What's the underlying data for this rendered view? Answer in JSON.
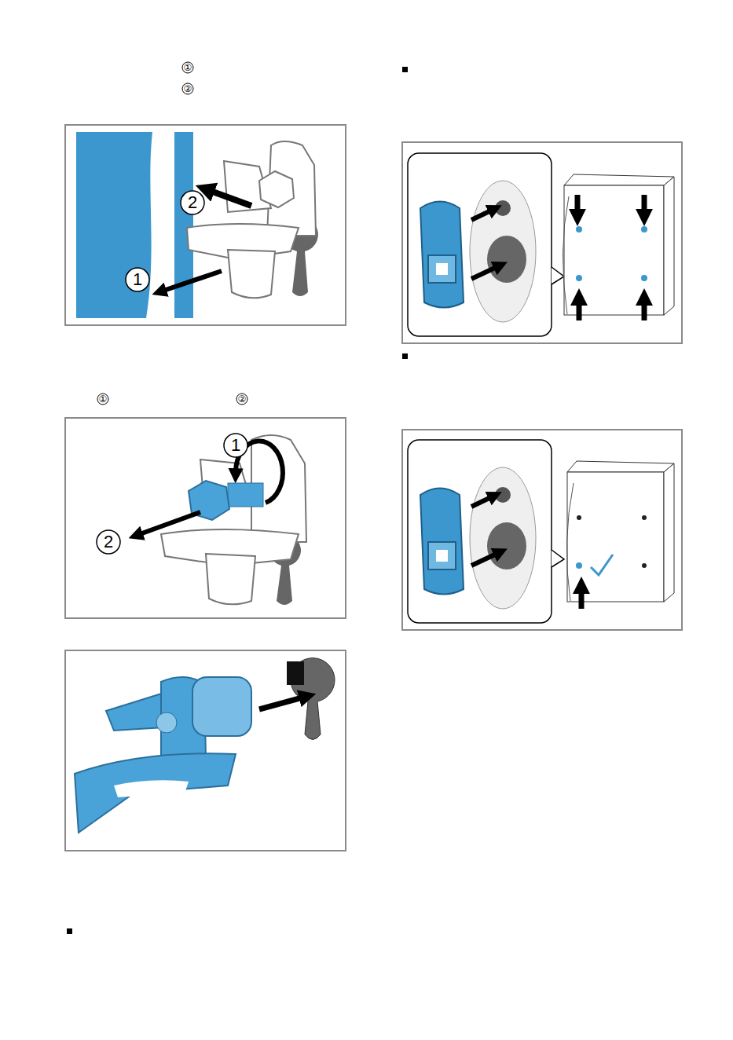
{
  "diagram": {
    "labels": [
      "①",
      "②",
      "2",
      "1",
      "①",
      "②",
      "1",
      "2"
    ]
  }
}
